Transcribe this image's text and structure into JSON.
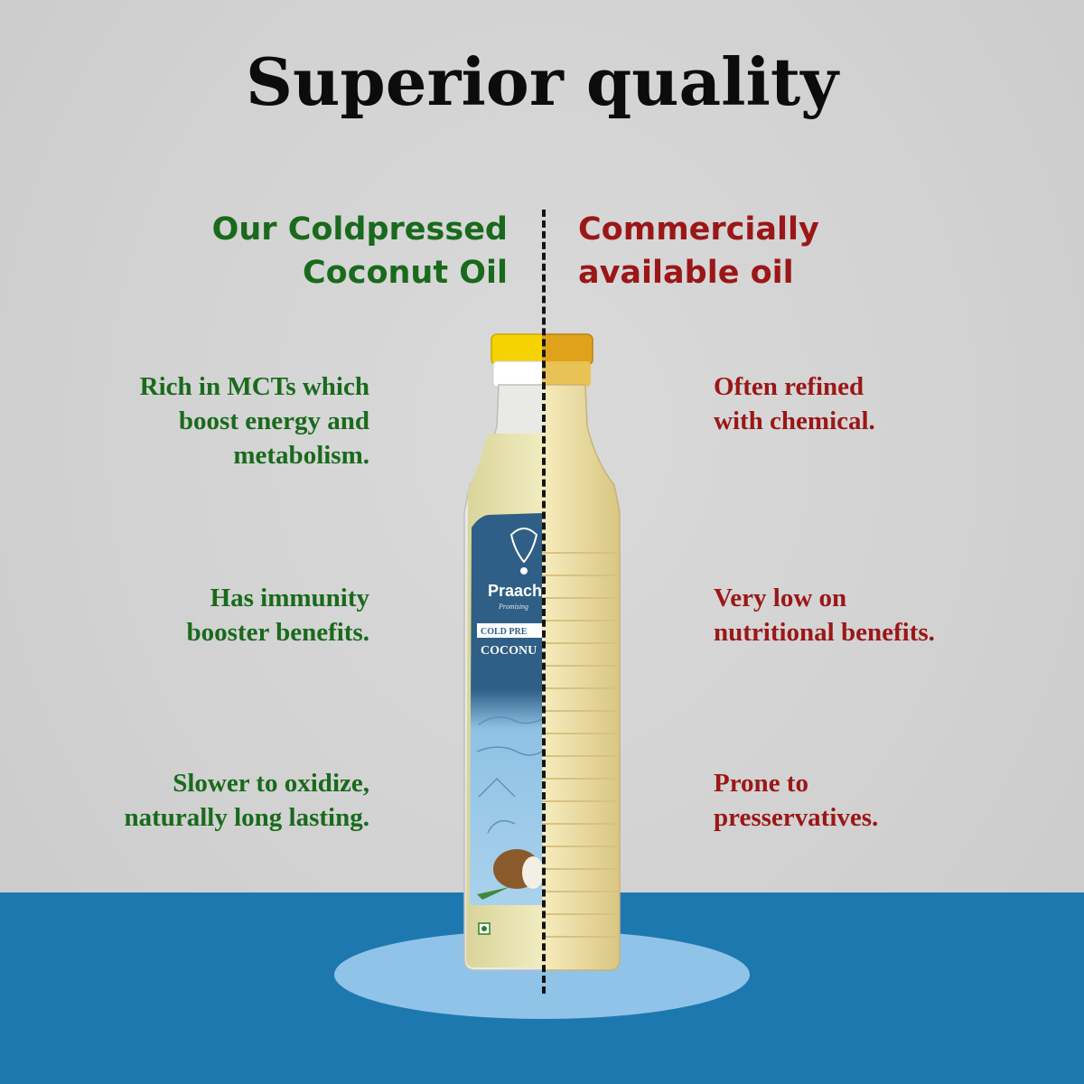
{
  "title": "Superior quality",
  "left": {
    "heading": [
      "Our Coldpressed",
      "Coconut Oil"
    ],
    "points": [
      [
        "Rich in MCTs which",
        "boost energy and",
        "metabolism."
      ],
      [
        "Has immunity",
        "booster benefits."
      ],
      [
        "Slower to oxidize,",
        "naturally long lasting."
      ]
    ]
  },
  "right": {
    "heading": [
      "Commercially",
      "available oil"
    ],
    "points": [
      [
        "Often refined",
        "with chemical."
      ],
      [
        "Very low on",
        "nutritional benefits."
      ],
      [
        "Prone to",
        "presservatives."
      ]
    ]
  },
  "bottle_label": {
    "brand": "Praach",
    "tagline": "Promising",
    "line1": "COLD PRE",
    "line2": "COCONU"
  },
  "colors": {
    "left_text": "#196a1c",
    "right_text": "#9b1717",
    "floor": "#1e78b0",
    "spot": "#8fc4e8",
    "label": "#2f5f86"
  }
}
